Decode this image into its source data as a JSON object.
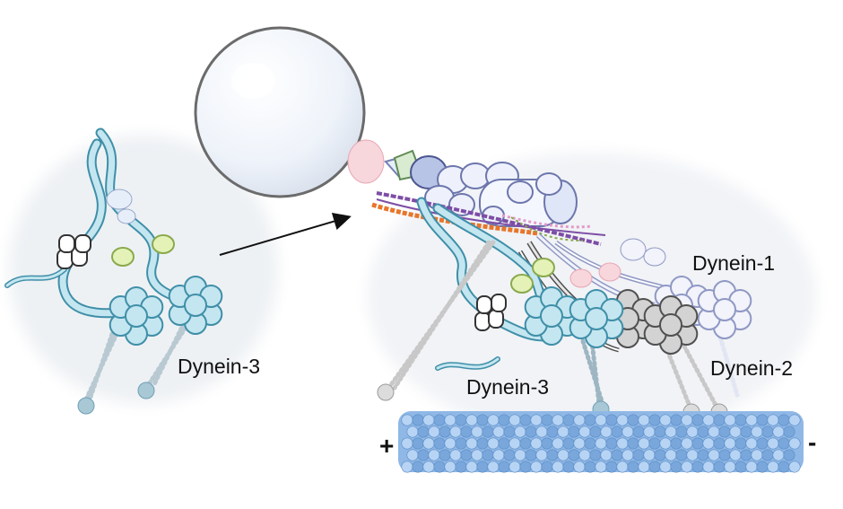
{
  "labels": {
    "dynein_3_free": "Dynein-3",
    "dynein_1": "Dynein-1",
    "dynein_2": "Dynein-2",
    "dynein_3_bound": "Dynein-3",
    "plus_end": "+",
    "minus_end": "-"
  },
  "colors": {
    "dynein_3": "#c4e6f0",
    "dynein_3_stroke": "#3f8fa8",
    "dynein_1": "#f2f3fb",
    "dynein_1_stroke": "#8f98c4",
    "dynein_2": "#d3d3d3",
    "dynein_2_stroke": "#505050",
    "microtubule": "#9cc2ec",
    "cargo_bead": "#f4f8fd",
    "adaptor_purple": "#7d4da6",
    "adaptor_orange": "#e8752a",
    "light_chain": "#e4f2b8"
  },
  "icons": {
    "cargo": "bead-sphere",
    "track": "microtubule-lattice",
    "transition": "arrow-right"
  }
}
